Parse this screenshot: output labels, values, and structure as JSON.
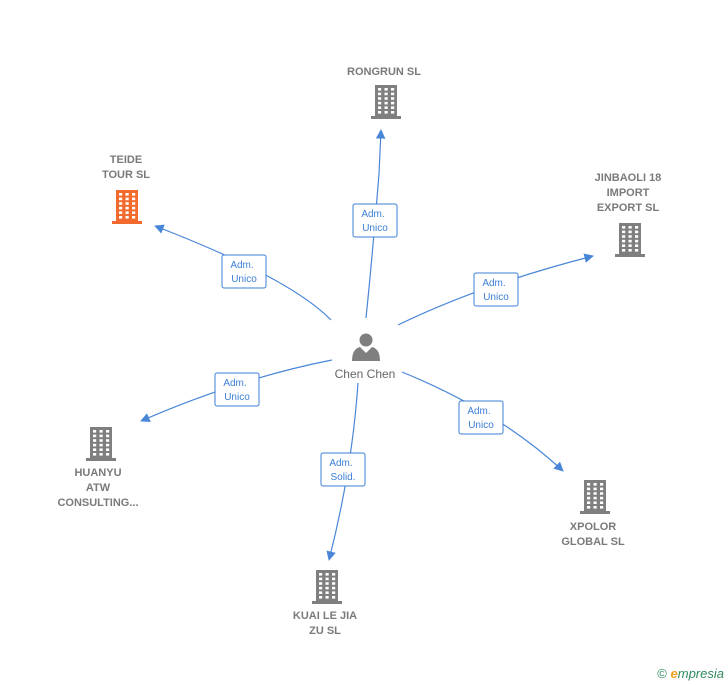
{
  "center": {
    "name": "Chen Chen"
  },
  "accent": "#3c7fd6",
  "highlight": "#f26a2e",
  "nodes": [
    {
      "id": "rongrun",
      "lines": [
        "RONGRUN SL"
      ],
      "highlight": false,
      "edge": [
        "Adm.",
        "Unico"
      ]
    },
    {
      "id": "teide",
      "lines": [
        "TEIDE",
        "TOUR  SL"
      ],
      "highlight": true,
      "edge": [
        "Adm.",
        "Unico"
      ]
    },
    {
      "id": "jinbaoli",
      "lines": [
        "JINBAOLI 18",
        "IMPORT",
        "EXPORT  SL"
      ],
      "highlight": false,
      "edge": [
        "Adm.",
        "Unico"
      ]
    },
    {
      "id": "huanyu",
      "lines": [
        "HUANYU",
        "ATW",
        "CONSULTING..."
      ],
      "highlight": false,
      "edge": [
        "Adm.",
        "Unico"
      ]
    },
    {
      "id": "xpolor",
      "lines": [
        "XPOLOR",
        "GLOBAL  SL"
      ],
      "highlight": false,
      "edge": [
        "Adm.",
        "Unico"
      ]
    },
    {
      "id": "kuai",
      "lines": [
        "KUAI LE JIA",
        "ZU SL"
      ],
      "highlight": false,
      "edge": [
        "Adm.",
        "Solid."
      ]
    }
  ],
  "footer": {
    "copyright": "©",
    "brand_initial": "e",
    "brand_rest": "mpresia"
  }
}
